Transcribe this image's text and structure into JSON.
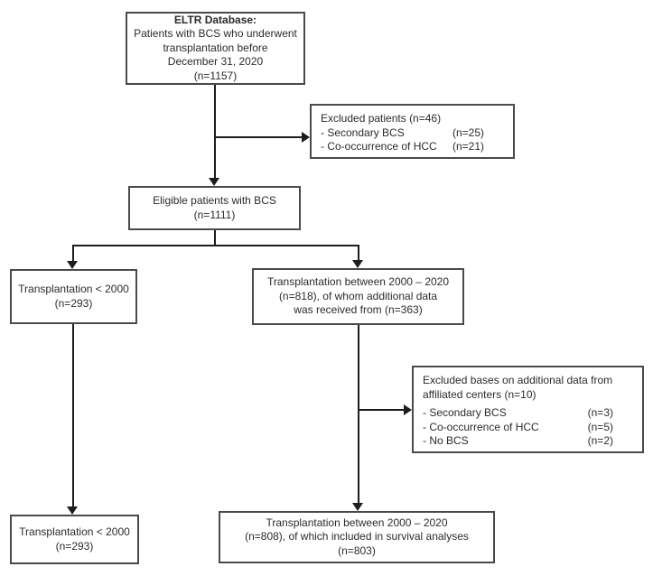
{
  "diagram": {
    "top_box": {
      "title": "ELTR Database:",
      "lines": [
        "Patients with BCS who underwent",
        "transplantation before",
        "December 31, 2020",
        "(n=1157)"
      ]
    },
    "excluded_box_1": {
      "header": "Excluded patients (n=46)",
      "items": [
        {
          "label": "- Secondary BCS",
          "value": "(n=25)"
        },
        {
          "label": "- Co-occurrence of HCC",
          "value": "(n=21)"
        }
      ]
    },
    "eligible_box": {
      "lines": [
        "Eligible patients with BCS",
        "(n=1111)"
      ]
    },
    "pre2000_box": {
      "lines": [
        "Transplantation < 2000",
        "(n=293)"
      ]
    },
    "between_box": {
      "lines": [
        "Transplantation between 2000 – 2020",
        "(n=818), of whom additional data",
        "was received from (n=363)"
      ]
    },
    "excluded_box_2": {
      "header_lines": [
        "Excluded bases on additional data from",
        "affiliated centers (n=10)"
      ],
      "items": [
        {
          "label": "- Secondary BCS",
          "value": "(n=3)"
        },
        {
          "label": "- Co-occurrence of HCC",
          "value": "(n=5)"
        },
        {
          "label": "- No BCS",
          "value": "(n=2)"
        }
      ]
    },
    "pre2000_final_box": {
      "lines": [
        "Transplantation < 2000",
        "(n=293)"
      ]
    },
    "between_final_box": {
      "lines": [
        "Transplantation between 2000 – 2020",
        "(n=808), of which included in survival analyses",
        "(n=803)"
      ]
    }
  }
}
